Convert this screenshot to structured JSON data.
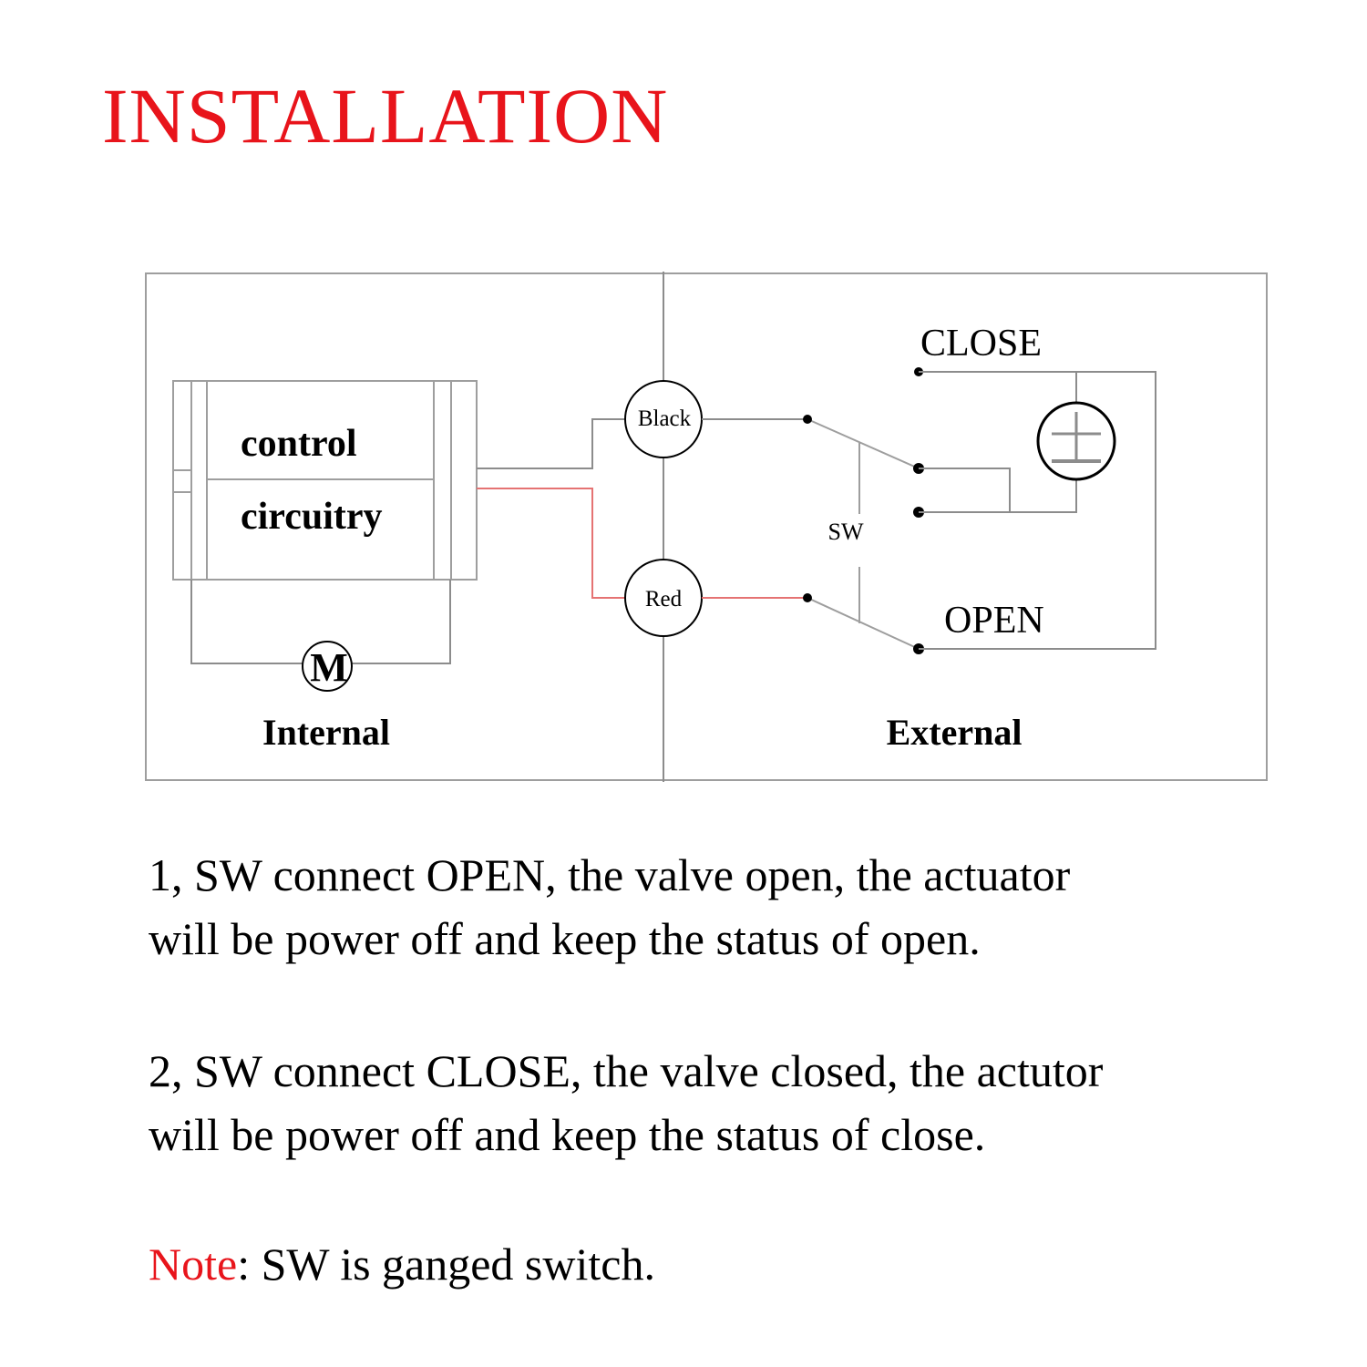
{
  "title": "INSTALLATION",
  "colors": {
    "title": "#e8141b",
    "note_label": "#e8141b",
    "red_wire": "#e57373",
    "frame": "#9e9e9e",
    "wire": "#8c8c8c",
    "text": "#000000"
  },
  "diagram": {
    "box_label_line1": "control",
    "box_label_line2": "circuitry",
    "motor_symbol": "M",
    "terminal_black": "Black",
    "terminal_red": "Red",
    "switch_label": "SW",
    "close_label": "CLOSE",
    "open_label": "OPEN",
    "internal_label": "Internal",
    "external_label": "External",
    "power_symbol": "power-source-icon"
  },
  "instructions": {
    "item1_line1": "1, SW connect OPEN, the valve open, the actuator",
    "item1_line2": "will be power off and keep the status of open.",
    "item2_line1": "2, SW connect CLOSE, the valve closed, the actutor",
    "item2_line2": "will be power off and keep the status of close.",
    "note_label": "Note",
    "note_text": ": SW is  ganged switch."
  }
}
